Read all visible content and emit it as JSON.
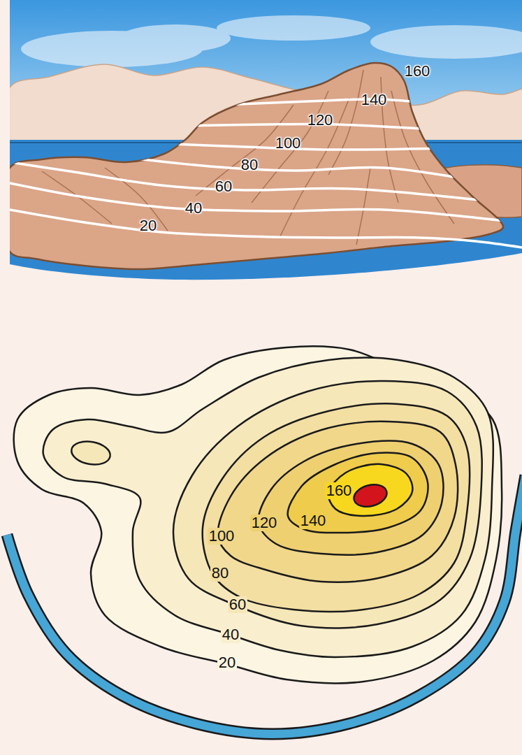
{
  "diagram": {
    "labels": [
      "160",
      "140",
      "120",
      "100",
      "80",
      "60",
      "40",
      "20",
      "160",
      "120",
      "140",
      "100",
      "80",
      "60",
      "40",
      "20"
    ]
  }
}
